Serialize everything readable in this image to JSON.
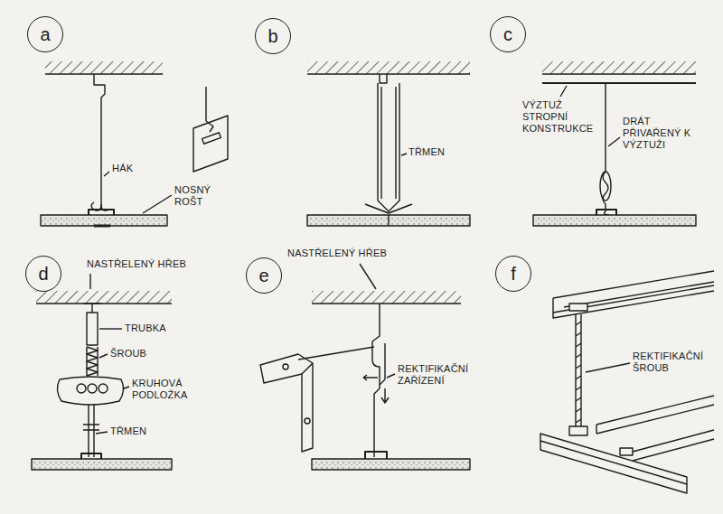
{
  "diagram": {
    "nodes": [
      {
        "text": [
          "a"
        ]
      },
      {
        "text": [
          "b"
        ]
      },
      {
        "text": [
          "c"
        ]
      },
      {
        "text": [
          "d"
        ]
      },
      {
        "text": [
          "e"
        ]
      },
      {
        "text": [
          "f"
        ]
      }
    ],
    "labels": [
      "HÁK",
      "NOSNÝ ROŠT",
      "TŘMEN",
      "VÝZTUŽ STROPNÍ KONSTRUKCE",
      "DRÁT PŘIVAŘENÝ K VÝZTUŽI",
      "NASTŘELENÝ HŘEB",
      "TRUBKA",
      "ŠROUB",
      "KRUHOVÁ PODLOŽKA",
      "TŘMEN",
      "NASTŘELENÝ HŘEB",
      "REKTIFIKAČNÍ ZAŘÍZENÍ",
      "REKTIFIKAČNÍ ŠROUB"
    ]
  }
}
